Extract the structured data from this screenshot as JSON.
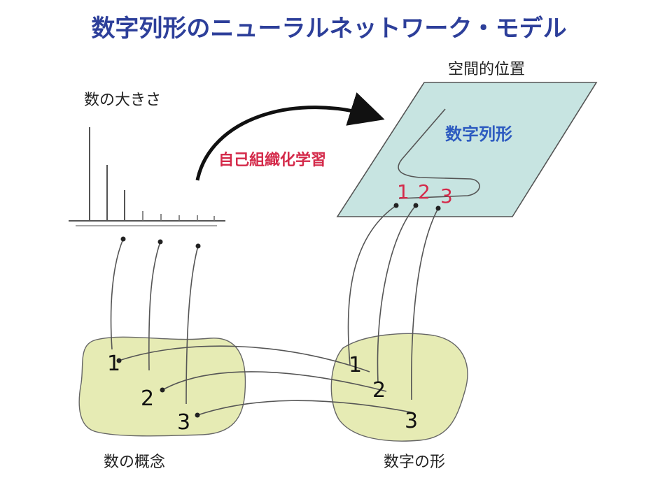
{
  "title": "数字列形のニューラルネットワーク・モデル",
  "labels": {
    "magnitude": "数の大きさ",
    "spatial_position": "空間的位置",
    "number_form": "数字列形",
    "self_organizing_learning": "自己組織化学習",
    "number_concept": "数の概念",
    "digit_shape": "数字の形"
  },
  "numbers": {
    "plane": [
      "1",
      "2",
      "3"
    ],
    "concept": [
      "1",
      "2",
      "3"
    ],
    "shape": [
      "1",
      "2",
      "3"
    ]
  },
  "colors": {
    "title": "#2d3f9a",
    "plane_fill": "#c7e4e1",
    "blob_fill": "#e6ebb4",
    "red": "#d42a4a",
    "blue": "#2d5bc0"
  }
}
